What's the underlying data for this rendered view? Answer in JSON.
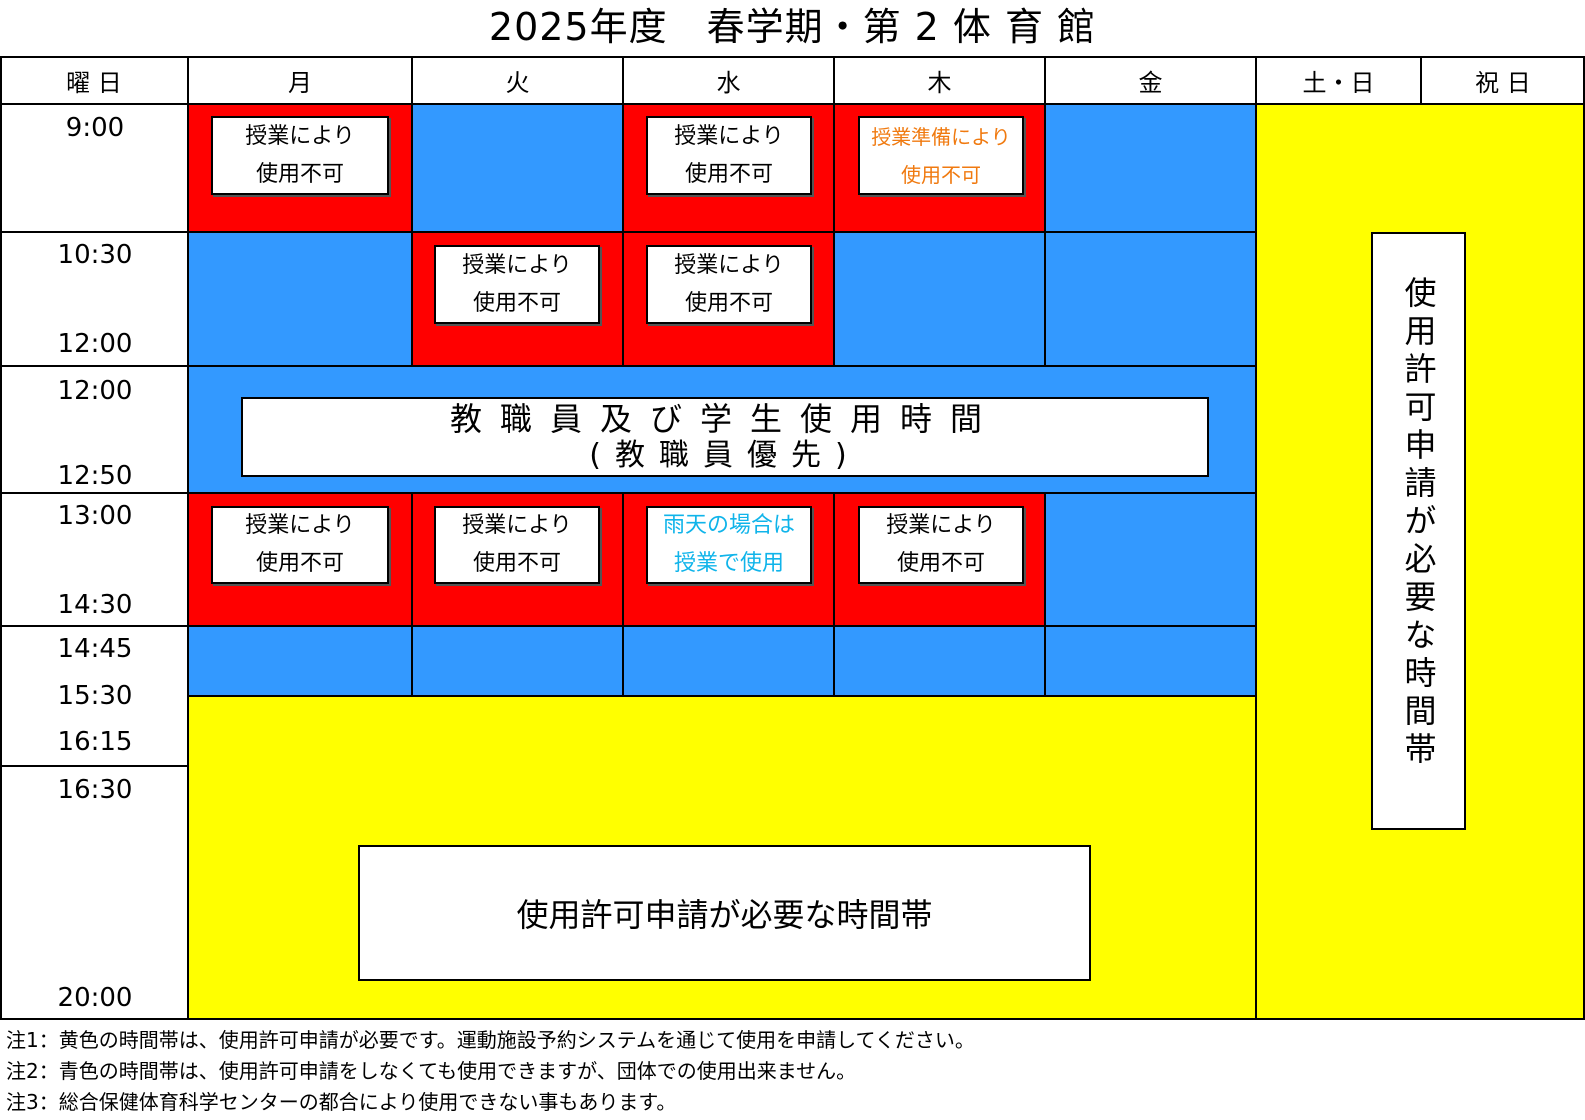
{
  "title": "2025年度　春学期・第 2 体 育 館",
  "header": {
    "day_label": "曜 日",
    "days": [
      "月",
      "火",
      "水",
      "木",
      "金"
    ],
    "weekend": "土・日",
    "holiday": "祝 日"
  },
  "times": [
    "9:00",
    "10:30",
    "12:00",
    "12:00",
    "12:50",
    "13:00",
    "14:30",
    "14:45",
    "15:30",
    "16:15",
    "16:30",
    "20:00"
  ],
  "slots": {
    "class_l1": "授業により",
    "class_l2": "使用不可",
    "prep_l1": "授業準備により",
    "prep_l2": "使用不可",
    "rain_l1": "雨天の場合は",
    "rain_l2": "授業で使用"
  },
  "staff": {
    "line1": "教職員及び学生使用時間",
    "line2": "(教職員優先)"
  },
  "permit_label": "使用許可申請が必要な時間帯",
  "notes": [
    "注1：黄色の時間帯は、使用許可申請が必要です。運動施設予約システムを通じて使用を申請してください。",
    "注2：青色の時間帯は、使用許可申請をしなくても使用できますが、団体での使用出来ません。",
    "注3：総合保健体育科学センターの都合により使用できない事もあります。"
  ],
  "colors": {
    "unavailable": "#ff0000",
    "free_use": "#3399ff",
    "permit_required": "#ffff00",
    "prep_text": "#f07a10",
    "rain_text": "#10b4ea"
  }
}
